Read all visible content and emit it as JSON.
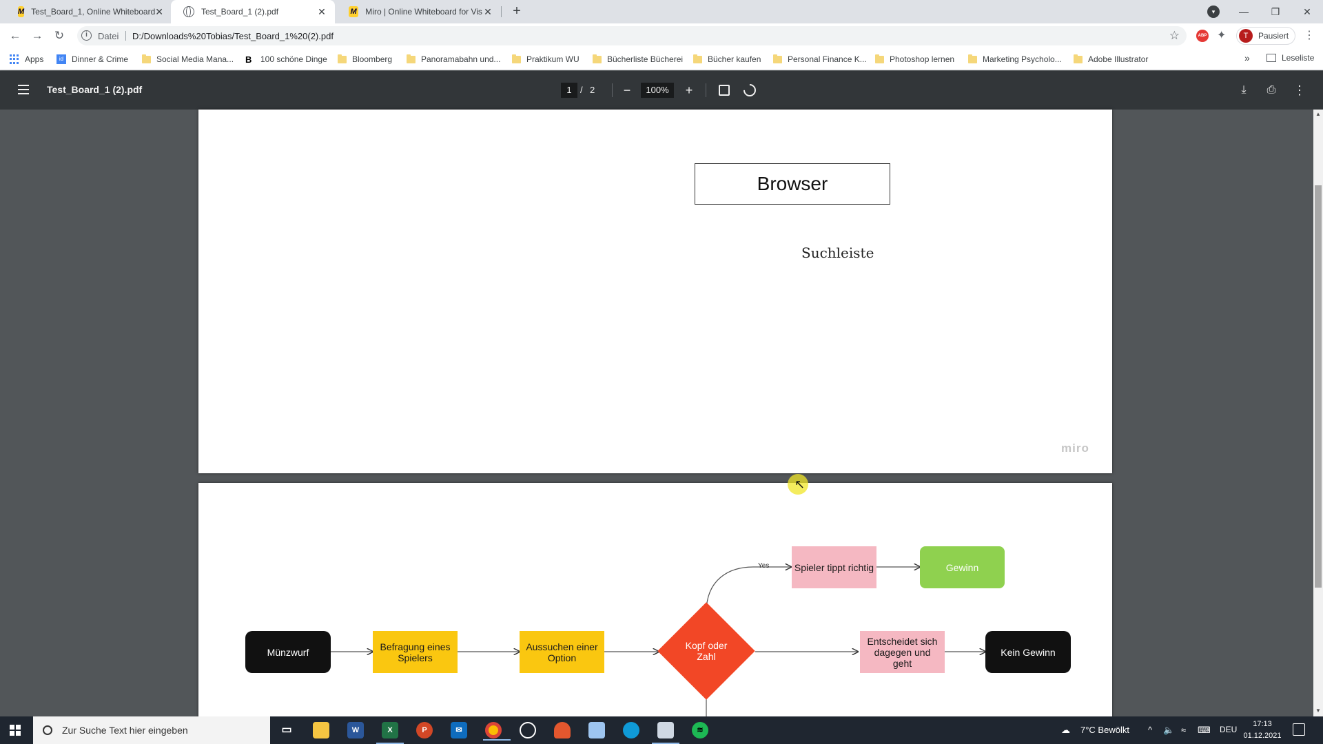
{
  "browser": {
    "tabs": [
      {
        "title": "Test_Board_1, Online Whiteboard",
        "icon": "miro-favicon-icon",
        "active": false
      },
      {
        "title": "Test_Board_1 (2).pdf",
        "icon": "globe-favicon-icon",
        "active": true
      },
      {
        "title": "Miro | Online Whiteboard for Vis",
        "icon": "miro-favicon-icon",
        "active": false
      }
    ],
    "omnibox": {
      "scheme_label": "Datei",
      "url": "D:/Downloads%20Tobias/Test_Board_1%20(2).pdf"
    },
    "profile": {
      "initial": "T",
      "status": "Pausiert"
    },
    "bookmarks": [
      {
        "label": "Apps",
        "icon": "apps-grid-icon"
      },
      {
        "label": "Dinner & Crime",
        "icon": "id-favicon-icon"
      },
      {
        "label": "Social Media Mana...",
        "icon": "folder-icon"
      },
      {
        "label": "100 schöne Dinge",
        "icon": "b-favicon-icon"
      },
      {
        "label": "Bloomberg",
        "icon": "folder-icon"
      },
      {
        "label": "Panoramabahn und...",
        "icon": "folder-icon"
      },
      {
        "label": "Praktikum WU",
        "icon": "folder-icon"
      },
      {
        "label": "Bücherliste Bücherei",
        "icon": "folder-icon"
      },
      {
        "label": "Bücher kaufen",
        "icon": "folder-icon"
      },
      {
        "label": "Personal Finance K...",
        "icon": "folder-icon"
      },
      {
        "label": "Photoshop lernen",
        "icon": "folder-icon"
      },
      {
        "label": "Marketing Psycholo...",
        "icon": "folder-icon"
      },
      {
        "label": "Adobe Illustrator",
        "icon": "folder-icon"
      }
    ],
    "reading_list": "Leseliste"
  },
  "pdf_viewer": {
    "title": "Test_Board_1 (2).pdf",
    "page_current": "1",
    "page_separator": "/",
    "page_total": "2",
    "zoom": "100%"
  },
  "page1": {
    "browser_box": "Browser",
    "suchleiste": "Suchleiste",
    "watermark": "miro"
  },
  "page2": {
    "flow": {
      "muenzwurf": "Münzwurf",
      "befragung": "Befragung eines Spielers",
      "aussuchen": "Aussuchen einer Option",
      "kopf_oder_zahl": "Kopf oder Zahl",
      "yes_label": "Yes",
      "spieler_tippt": "Spieler tippt richtig",
      "gewinn": "Gewinn",
      "entscheidet": "Entscheidet sich dagegen und geht",
      "kein_gewinn": "Kein Gewinn"
    }
  },
  "taskbar": {
    "search_placeholder": "Zur Suche Text hier eingeben",
    "weather": "7°C  Bewölkt",
    "language": "DEU",
    "time": "17:13",
    "date": "01.12.2021"
  },
  "colors": {
    "accent_yellow": "#fac710",
    "accent_pink": "#f5b8c2",
    "accent_green": "#8fd14f",
    "diamond_red": "#f24726",
    "pdf_toolbar": "#323639"
  }
}
